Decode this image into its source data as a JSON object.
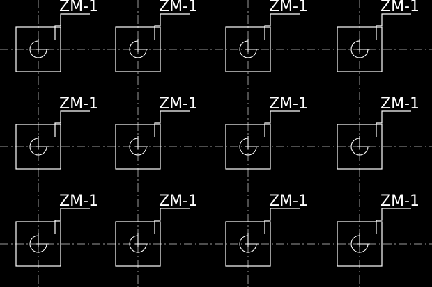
{
  "drawing": {
    "background_color": "#000000",
    "line_color": "#ffffff",
    "axis_color": "#9a9a9a",
    "column_count": 4,
    "row_count": 3
  },
  "pads": [
    {
      "label": "ZM-1"
    },
    {
      "label": "ZM-1"
    },
    {
      "label": "ZM-1"
    },
    {
      "label": "ZM-1"
    },
    {
      "label": "ZM-1"
    },
    {
      "label": "ZM-1"
    },
    {
      "label": "ZM-1"
    },
    {
      "label": "ZM-1"
    },
    {
      "label": "ZM-1"
    },
    {
      "label": "ZM-1"
    },
    {
      "label": "ZM-1"
    },
    {
      "label": "ZM-1"
    }
  ]
}
